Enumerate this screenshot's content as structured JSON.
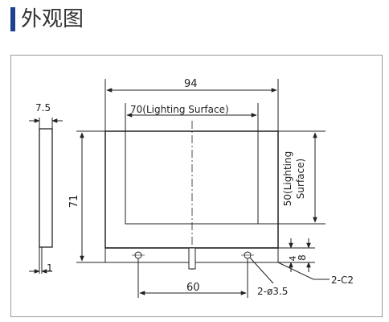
{
  "header": {
    "title": "外观图",
    "bar_icon": "vertical-bar",
    "bar_color": "#1f3f8f"
  },
  "drawing": {
    "dimensions": {
      "side_thickness": "7.5",
      "side_step": "1",
      "overall_width": "94",
      "lighting_width": "70(Lighting Surface)",
      "overall_height": "71",
      "lighting_height_line1": "50(Lighting",
      "lighting_height_line2": "Surface)",
      "hole_pitch": "60",
      "hole_callout": "2-ø3.5",
      "chamfer_callout": "2-C2",
      "bottom_step_small": "4",
      "bottom_step_large": "8"
    },
    "colors": {
      "line": "#222222",
      "frame_border": "#9a9a9a"
    }
  }
}
